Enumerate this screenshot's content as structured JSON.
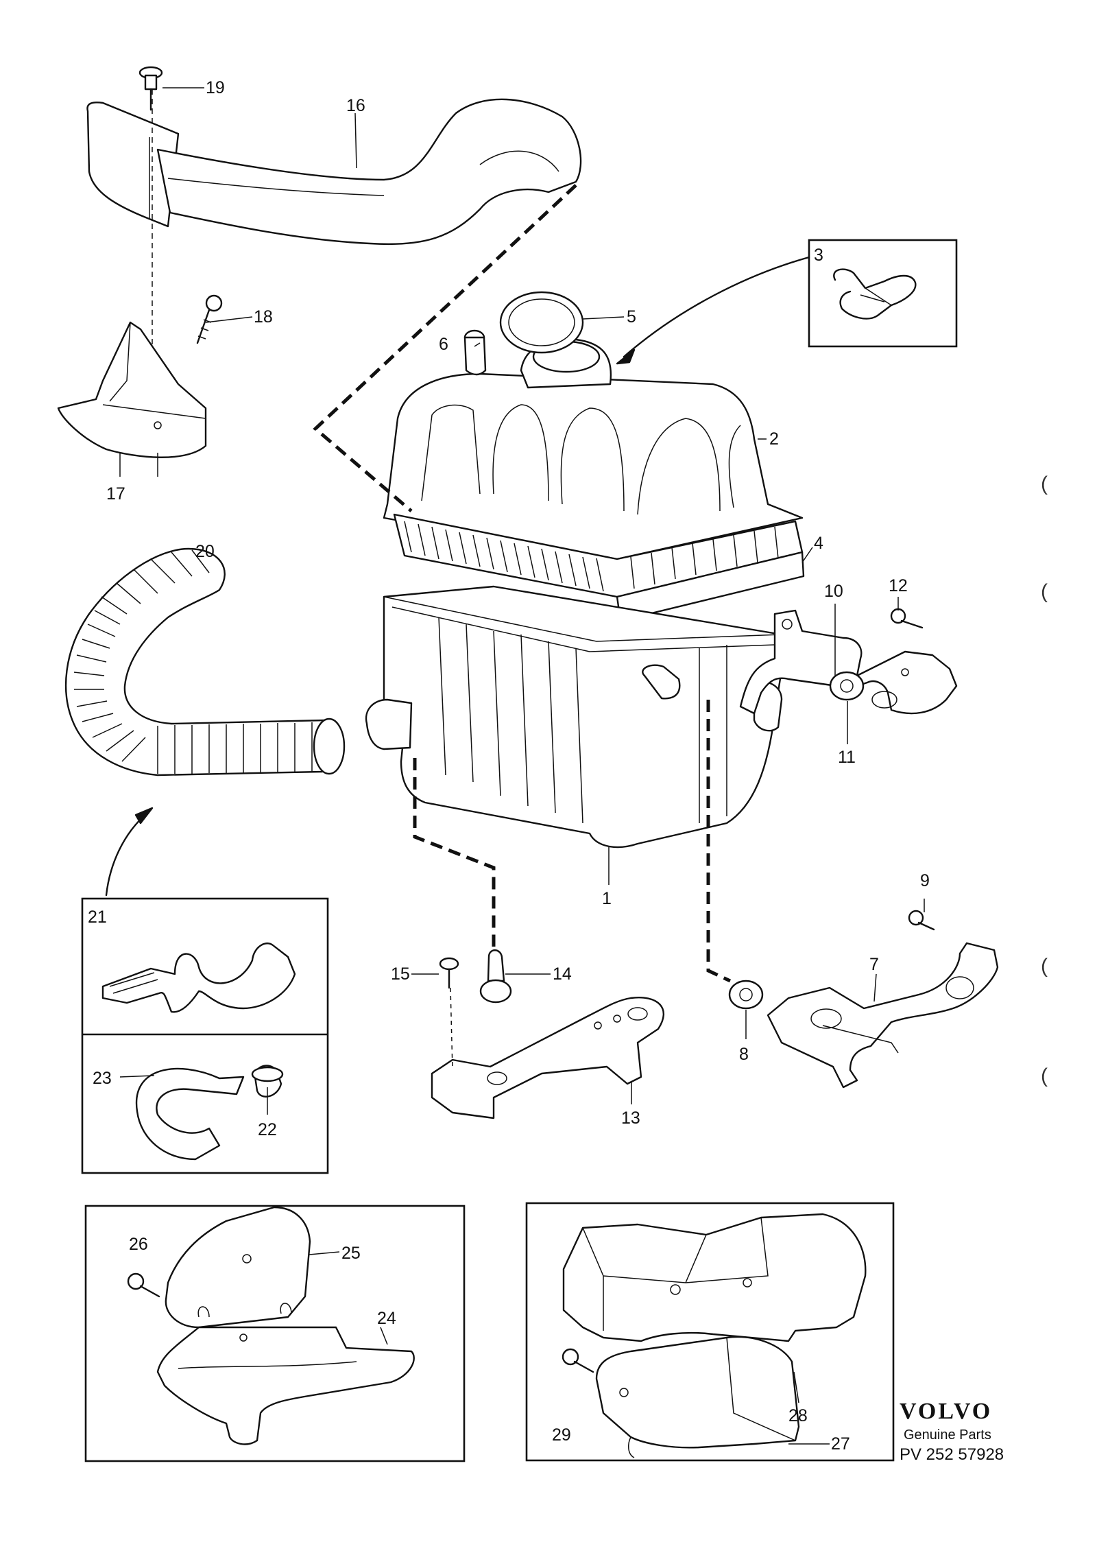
{
  "callouts": [
    {
      "id": "1",
      "label": "1"
    },
    {
      "id": "2",
      "label": "2"
    },
    {
      "id": "3",
      "label": "3"
    },
    {
      "id": "4",
      "label": "4"
    },
    {
      "id": "5",
      "label": "5"
    },
    {
      "id": "6",
      "label": "6"
    },
    {
      "id": "7",
      "label": "7"
    },
    {
      "id": "8",
      "label": "8"
    },
    {
      "id": "9",
      "label": "9"
    },
    {
      "id": "10",
      "label": "10"
    },
    {
      "id": "11",
      "label": "11"
    },
    {
      "id": "12",
      "label": "12"
    },
    {
      "id": "13",
      "label": "13"
    },
    {
      "id": "14",
      "label": "14"
    },
    {
      "id": "15",
      "label": "15"
    },
    {
      "id": "16",
      "label": "16"
    },
    {
      "id": "17",
      "label": "17"
    },
    {
      "id": "18",
      "label": "18"
    },
    {
      "id": "19",
      "label": "19"
    },
    {
      "id": "20",
      "label": "20"
    },
    {
      "id": "21",
      "label": "21"
    },
    {
      "id": "22",
      "label": "22"
    },
    {
      "id": "23",
      "label": "23"
    },
    {
      "id": "24",
      "label": "24"
    },
    {
      "id": "25",
      "label": "25"
    },
    {
      "id": "26",
      "label": "26"
    },
    {
      "id": "27",
      "label": "27"
    },
    {
      "id": "28",
      "label": "28"
    },
    {
      "id": "29",
      "label": "29"
    }
  ],
  "brand": {
    "name": "VOLVO",
    "subtitle": "Genuine Parts",
    "code": "PV 252 57928"
  },
  "edge_marks": [
    "(",
    "(",
    "(",
    "("
  ]
}
